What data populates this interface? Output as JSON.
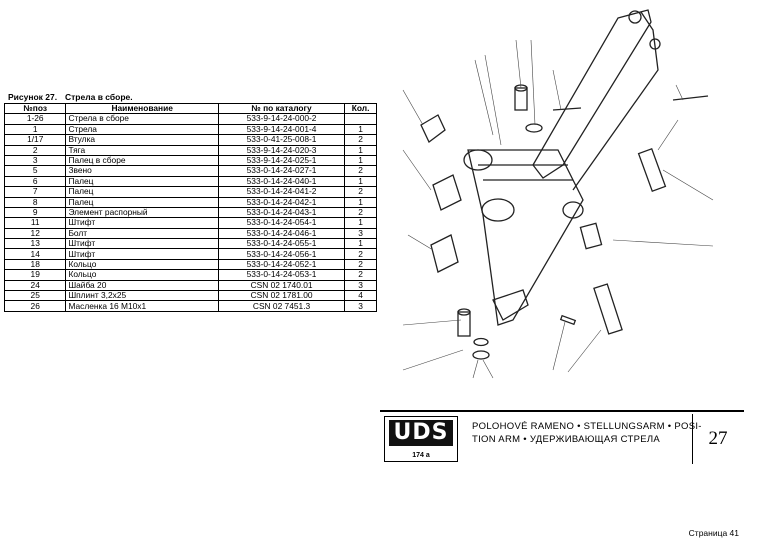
{
  "caption": {
    "label": "Рисунок 27.",
    "title": "Стрела в сборе."
  },
  "table": {
    "headers": [
      "№поз",
      "Наименование",
      "№ по каталогу",
      "Кол."
    ],
    "rows": [
      [
        "1-26",
        "Стрела в сборе",
        "533-9-14-24-000-2",
        ""
      ],
      [
        "1",
        "Стрела",
        "533-9-14-24-001-4",
        "1"
      ],
      [
        "1/17",
        "Втулка",
        "533-0-41-25-008-1",
        "2"
      ],
      [
        "2",
        "Тяга",
        "533-9-14-24-020-3",
        "1"
      ],
      [
        "3",
        "Палец в сборе",
        "533-9-14-24-025-1",
        "1"
      ],
      [
        "5",
        "Звено",
        "533-0-14-24-027-1",
        "2"
      ],
      [
        "6",
        "Палец",
        "533-0-14-24-040-1",
        "1"
      ],
      [
        "7",
        "Палец",
        "533-0-14-24-041-2",
        "2"
      ],
      [
        "8",
        "Палец",
        "533-0-14-24-042-1",
        "1"
      ],
      [
        "9",
        "Элемент распорный",
        "533-0-14-24-043-1",
        "2"
      ],
      [
        "11",
        "Штифт",
        "533-0-14-24-054-1",
        "1"
      ],
      [
        "12",
        "Болт",
        "533-0-14-24-046-1",
        "3"
      ],
      [
        "13",
        "Штифт",
        "533-0-14-24-055-1",
        "1"
      ],
      [
        "14",
        "Штифт",
        "533-0-14-24-056-1",
        "2"
      ],
      [
        "18",
        "Кольцо",
        "533-0-14-24-052-1",
        "2"
      ],
      [
        "19",
        "Кольцо",
        "533-0-14-24-053-1",
        "2"
      ],
      [
        "24",
        "Шайба 20",
        "CSN 02 1740.01",
        "3"
      ],
      [
        "25",
        "Шплинт 3,2х25",
        "CSN 02 1781.00",
        "4"
      ],
      [
        "26",
        "Масленка 16 М10х1",
        "CSN 02 7451.3",
        "3"
      ]
    ]
  },
  "titleblock": {
    "logo": "UDS",
    "logo_code": "174 a",
    "line1": "POLOHOVÉ RAMENO • STELLUNGSARM • POSI-",
    "line2": "TION ARM • УДЕРЖИВАЮЩАЯ СТРЕЛА",
    "page": "27"
  },
  "footer": "Страница 41"
}
